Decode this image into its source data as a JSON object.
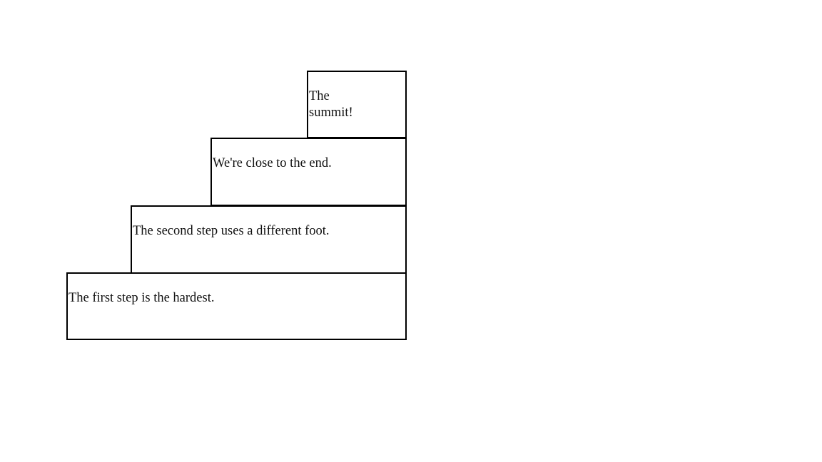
{
  "steps": [
    {
      "text": "The first step is the hardest."
    },
    {
      "text": "The second step uses a different foot."
    },
    {
      "text": "We're close to the end."
    },
    {
      "text": "The summit!"
    }
  ]
}
